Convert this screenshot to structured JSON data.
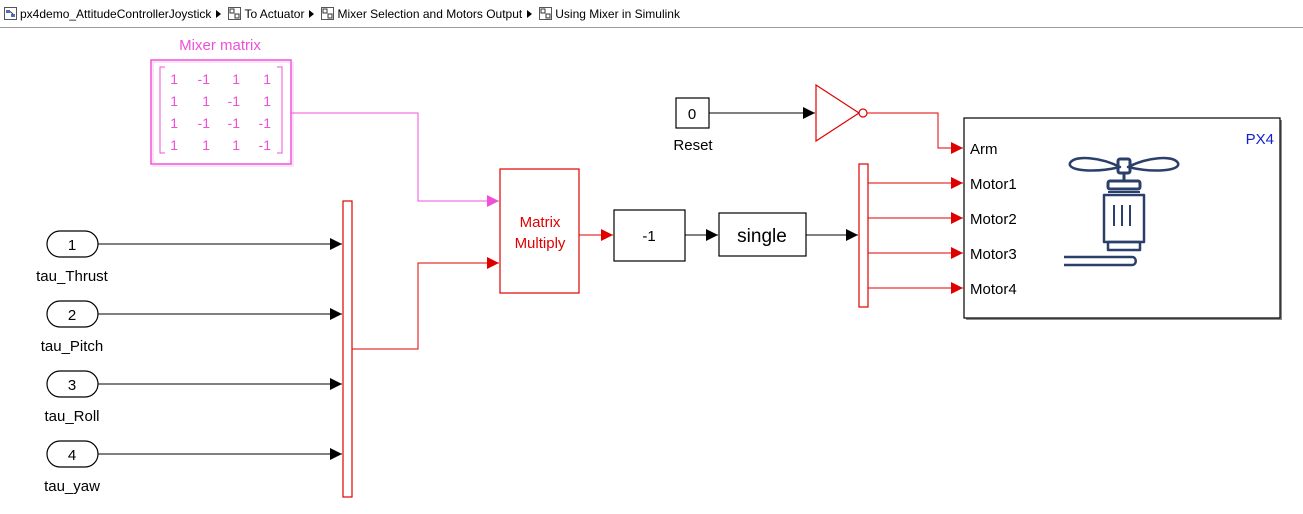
{
  "breadcrumb": {
    "items": [
      {
        "label": "px4demo_AttitudeControllerJoystick"
      },
      {
        "label": "To Actuator"
      },
      {
        "label": "Mixer Selection and Motors Output"
      },
      {
        "label": "Using Mixer in Simulink"
      }
    ]
  },
  "diagram": {
    "mixer_matrix": {
      "title": "Mixer matrix",
      "rows": [
        [
          "1",
          "-1",
          "1",
          "1"
        ],
        [
          "1",
          "1",
          "-1",
          "1"
        ],
        [
          "1",
          "-1",
          "-1",
          "-1"
        ],
        [
          "1",
          "1",
          "1",
          "-1"
        ]
      ]
    },
    "inports": [
      {
        "number": "1",
        "name": "tau_Thrust"
      },
      {
        "number": "2",
        "name": "tau_Pitch"
      },
      {
        "number": "3",
        "name": "tau_Roll"
      },
      {
        "number": "4",
        "name": "tau_yaw"
      }
    ],
    "matrix_multiply": {
      "line1": "Matrix",
      "line2": "Multiply"
    },
    "gain": {
      "value": "-1"
    },
    "convert": {
      "label": "single"
    },
    "reset": {
      "value": "0",
      "name": "Reset"
    },
    "px4": {
      "title": "PX4",
      "ports": [
        "Arm",
        "Motor1",
        "Motor2",
        "Motor3",
        "Motor4"
      ]
    }
  },
  "colors": {
    "signal_red": "#e00000",
    "signal_black": "#000000",
    "mixer_magenta": "#f050d8",
    "px4_title_blue": "#1020d0",
    "motor_icon": "#2b3f6b"
  }
}
